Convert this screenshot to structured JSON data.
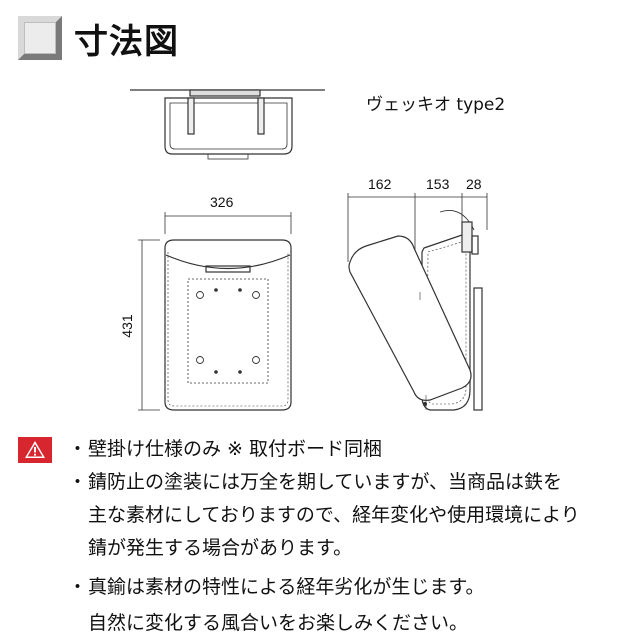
{
  "header": {
    "title": "寸法図",
    "icon": "bevel-square-icon"
  },
  "model": {
    "name": "ヴェッキオ type2"
  },
  "dimensions": {
    "width": "326",
    "height": "431",
    "side_total": "162",
    "side_middle": "153",
    "side_back": "28"
  },
  "notes": {
    "warning_icon": "warning-triangle-icon",
    "bullet": "・",
    "line1": "壁掛け仕様のみ ※ 取付ボード同梱",
    "line2": "錆防止の塗装には万全を期していますが、当商品は鉄を",
    "line3": "主な素材にしておりますので、経年変化や使用環境により",
    "line4": "錆が発生する場合があります。",
    "line5": "真鍮は素材の特性による経年劣化が生じます。",
    "line6": "自然に変化する風合いをお楽しみください。"
  },
  "colors": {
    "warning": "#d7262e",
    "line": "#333333"
  }
}
